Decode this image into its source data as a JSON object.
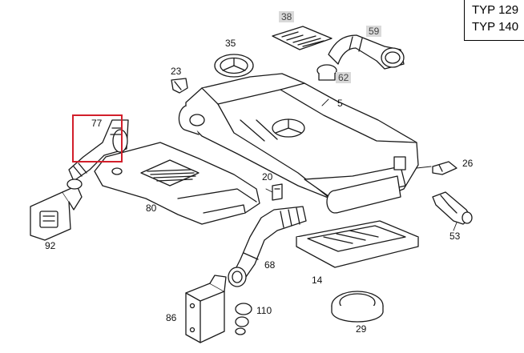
{
  "model_box": {
    "lines": [
      "TYP 129",
      "TYP 140"
    ]
  },
  "parts": [
    {
      "id": "38",
      "label": "38",
      "style": "grey"
    },
    {
      "id": "59",
      "label": "59",
      "style": "grey"
    },
    {
      "id": "35",
      "label": "35",
      "style": "plain"
    },
    {
      "id": "62",
      "label": "62",
      "style": "grey"
    },
    {
      "id": "23",
      "label": "23",
      "style": "plain"
    },
    {
      "id": "5",
      "label": "5",
      "style": "plain"
    },
    {
      "id": "77",
      "label": "77",
      "style": "plain",
      "highlighted": true
    },
    {
      "id": "26",
      "label": "26",
      "style": "plain"
    },
    {
      "id": "20",
      "label": "20",
      "style": "plain"
    },
    {
      "id": "80",
      "label": "80",
      "style": "plain"
    },
    {
      "id": "53",
      "label": "53",
      "style": "plain"
    },
    {
      "id": "92",
      "label": "92",
      "style": "plain"
    },
    {
      "id": "68",
      "label": "68",
      "style": "plain"
    },
    {
      "id": "14",
      "label": "14",
      "style": "plain"
    },
    {
      "id": "110",
      "label": "110",
      "style": "plain"
    },
    {
      "id": "86",
      "label": "86",
      "style": "plain"
    },
    {
      "id": "29",
      "label": "29",
      "style": "plain"
    }
  ],
  "colors": {
    "highlight": "#d21f2b",
    "line": "#1a1a1a",
    "callout_grey": "#d9d9d9"
  }
}
